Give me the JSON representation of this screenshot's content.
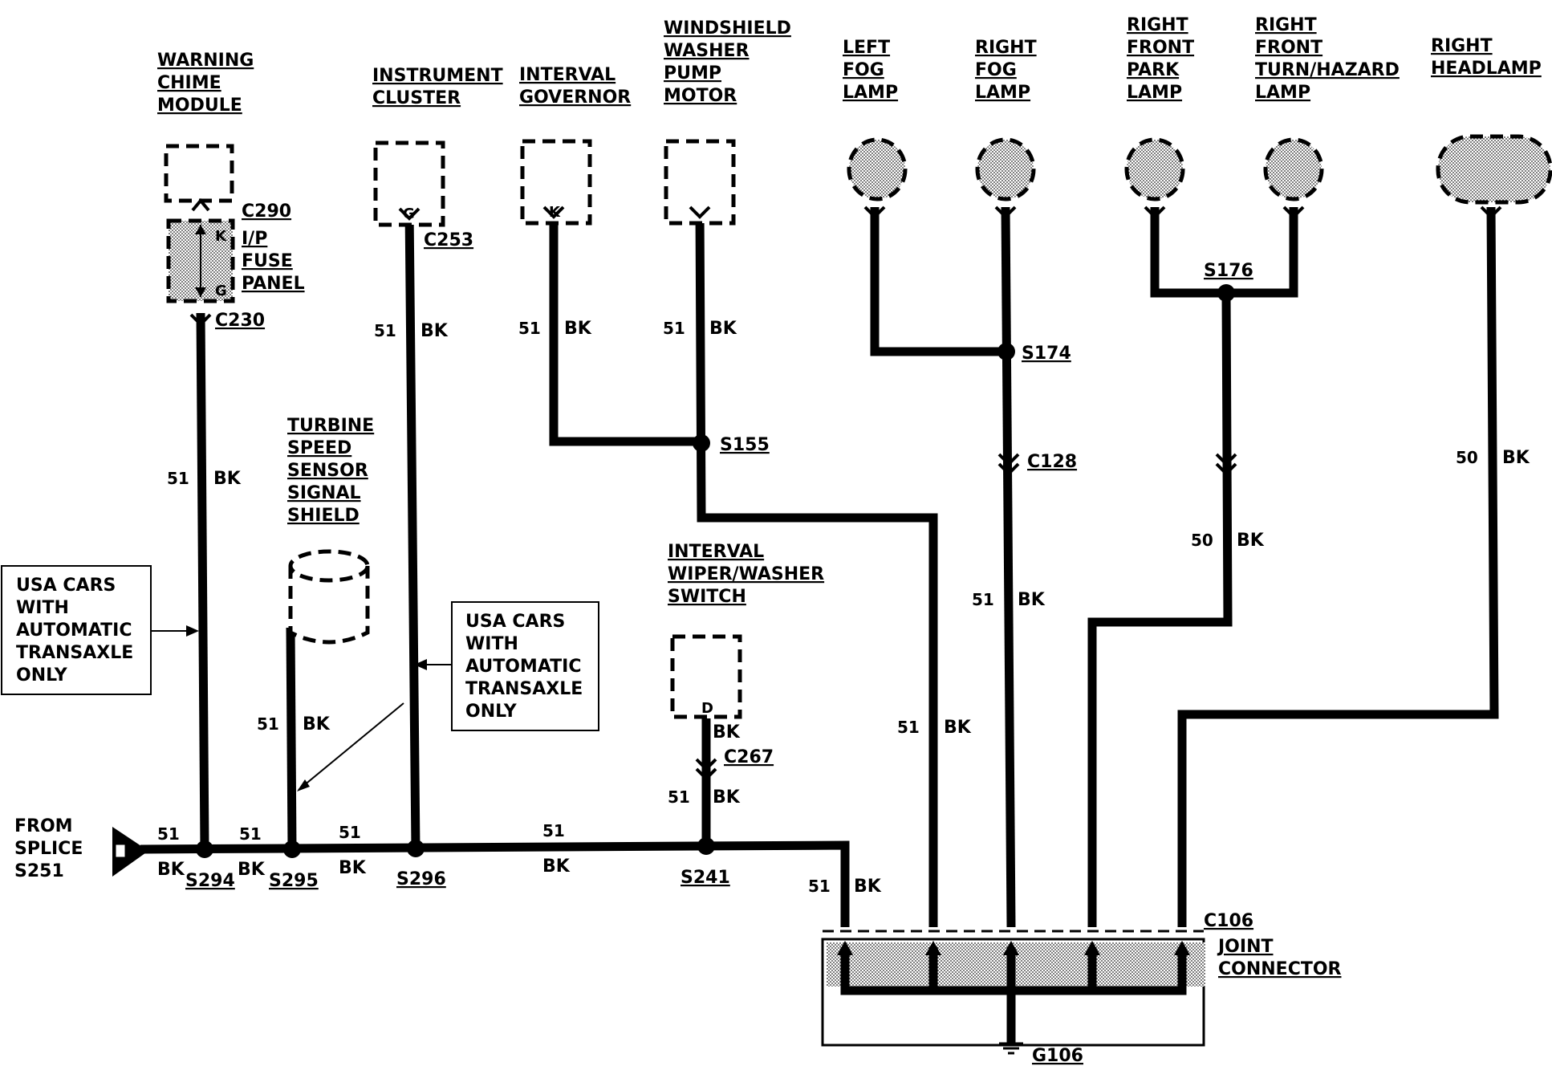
{
  "components": {
    "warning_chime": [
      "WARNING",
      "CHIME",
      "MODULE"
    ],
    "ip_fuse_panel": [
      "I/P",
      "FUSE",
      "PANEL"
    ],
    "instrument_cluster": [
      "INSTRUMENT",
      "CLUSTER"
    ],
    "interval_governor": [
      "INTERVAL",
      "GOVERNOR"
    ],
    "washer_motor": [
      "WINDSHIELD",
      "WASHER",
      "PUMP",
      "MOTOR"
    ],
    "left_fog": [
      "LEFT",
      "FOG",
      "LAMP"
    ],
    "right_fog": [
      "RIGHT",
      "FOG",
      "LAMP"
    ],
    "right_park": [
      "RIGHT",
      "FRONT",
      "PARK",
      "LAMP"
    ],
    "right_turn": [
      "RIGHT",
      "FRONT",
      "TURN/HAZARD",
      "LAMP"
    ],
    "right_headlamp": [
      "RIGHT",
      "HEADLAMP"
    ],
    "turbine_sensor": [
      "TURBINE",
      "SPEED",
      "SENSOR",
      "SIGNAL",
      "SHIELD"
    ],
    "wiper_switch": [
      "INTERVAL",
      "WIPER/WASHER",
      "SWITCH"
    ],
    "joint_connector": [
      "JOINT",
      "CONNECTOR"
    ]
  },
  "pins": {
    "k": "K",
    "g": "G",
    "d": "D"
  },
  "connectors": {
    "c290": "C290",
    "c230": "C230",
    "c253": "C253",
    "c128": "C128",
    "c267": "C267",
    "c106": "C106"
  },
  "splices": {
    "s155": "S155",
    "s174": "S174",
    "s176": "S176",
    "s294": "S294",
    "s295": "S295",
    "s296": "S296",
    "s241": "S241"
  },
  "ground": "G106",
  "wire": {
    "circuit_51": "51",
    "circuit_50": "50",
    "color": "BK"
  },
  "notes": {
    "left": [
      "USA CARS",
      "WITH",
      "AUTOMATIC",
      "TRANSAXLE",
      "ONLY"
    ],
    "middle": [
      "USA CARS",
      "WITH",
      "AUTOMATIC",
      "TRANSAXLE",
      "ONLY"
    ]
  },
  "from": [
    "FROM",
    "SPLICE",
    "S251"
  ]
}
